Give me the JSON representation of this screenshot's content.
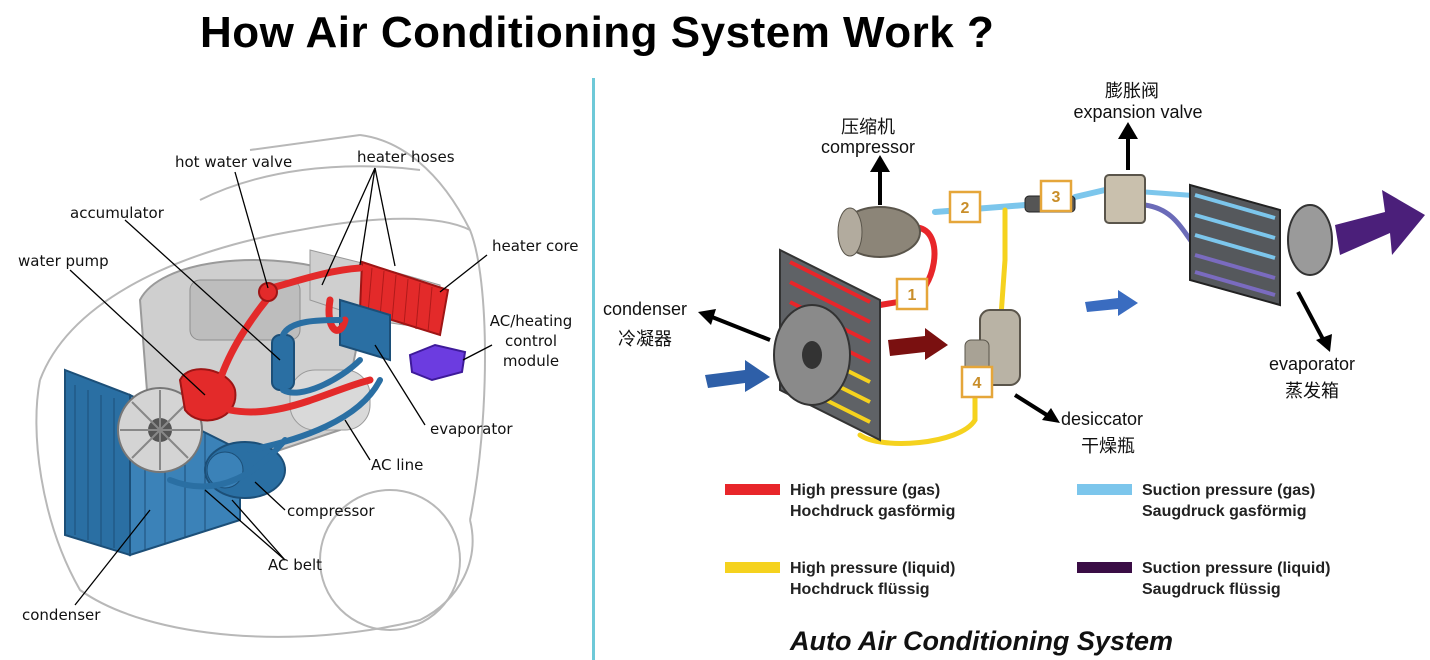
{
  "title": "How Air Conditioning System Work ?",
  "left_diagram": {
    "labels": {
      "hot_water_valve": "hot water valve",
      "heater_hoses": "heater hoses",
      "accumulator": "accumulator",
      "heater_core": "heater core",
      "water_pump": "water pump",
      "ac_heating_module_line1": "AC/heating",
      "ac_heating_module_line2": "control",
      "ac_heating_module_line3": "module",
      "evaporator": "evaporator",
      "ac_line": "AC line",
      "compressor": "compressor",
      "ac_belt": "AC belt",
      "condenser": "condenser"
    }
  },
  "right_diagram": {
    "labels": {
      "compressor_cn": "压缩机",
      "compressor_en": "compressor",
      "expansion_valve_cn": "膨胀阀",
      "expansion_valve_en": "expansion valve",
      "condenser_en": "condenser",
      "condenser_cn": "冷凝器",
      "evaporator_en": "evaporator",
      "evaporator_cn": "蒸发箱",
      "desiccator_en": "desiccator",
      "desiccator_cn": "干燥瓶"
    },
    "steps": [
      "1",
      "2",
      "3",
      "4"
    ],
    "legend": [
      {
        "line1": "High pressure (gas)",
        "line2": "Hochdruck gasförmig",
        "color": "#e8262a"
      },
      {
        "line1": "Suction pressure (gas)",
        "line2": "Saugdruck gasförmig",
        "color": "#7cc6ec"
      },
      {
        "line1": "High pressure (liquid)",
        "line2": "Hochdruck flüssig",
        "color": "#f5d21e"
      },
      {
        "line1": "Suction pressure (liquid)",
        "line2": "Saugdruck flüssig",
        "color": "#3a0d45"
      }
    ],
    "caption": "Auto Air Conditioning System"
  }
}
